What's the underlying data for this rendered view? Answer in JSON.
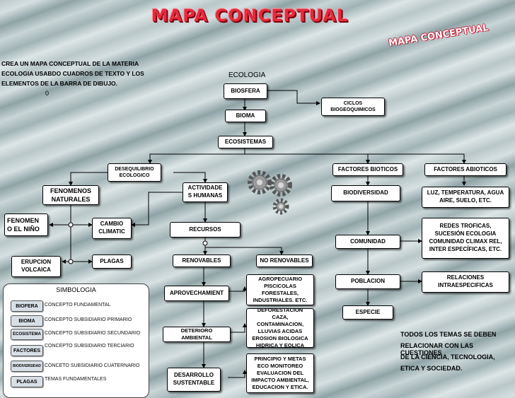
{
  "titles": {
    "main": "MAPA CONCEPTUAL",
    "wave": "MAPA CONCEPTUAL"
  },
  "instruction": {
    "line1": "CREA UN MAPA CONCEPTUAL DE LA MATERIA",
    "line2": "ECOLOGIA USABDO CUADROS DE TEXTO Y LOS",
    "line3": "ELEMENTOS DE LA BARRA DE DIBUJO.",
    "zero": "0"
  },
  "nodes": {
    "ecologia": "ECOLOGIA",
    "biosfera": "BIOSFERA",
    "ciclos": "CICLOS BIOGEOQUIMICOS",
    "bioma": "BIOMA",
    "ecosistemas": "ECOSISTEMAS",
    "desequilibrio": "DESEQUILIBRIO ECOLOGICO",
    "fenomenos_naturales": "FENOMENOS NATURALES",
    "actividades_humanas": "ACTIVIDADE S HUMANAS",
    "fenomeno_nino": "FENOMEN O EL NIÑO",
    "cambio_climatic": "CAMBIO CLIMATIC",
    "erupcion": "ERUPCION VOLCAICA",
    "plagas": "PLAGAS",
    "recursos": "RECURSOS",
    "renovables": "RENOVABLES",
    "no_renovables": "NO RENOVABLES",
    "aprovechamiento": "APROVECHAMIENT",
    "agropecuario": "AGROPECUARIO PISCICOLAS FORESTALES, INDUSTRIALES. ETC.",
    "deterioro": "DETERIORO AMBIENTAL",
    "deforestacion": "DEFORESTACION CAZA, CONTAMINACION, LLUVIAS ACIDAS EROSION BIOLOGICA HIDRICA Y EOLICA",
    "desarrollo": "DESARROLLO SUSTENTABLE",
    "principio": "PRINCIPIO Y METAS ECO MONITOREO EVALUACION DEL IMPACTO AMBIENTAL, EDUCACION Y ETICA.",
    "factores_bioticos": "FACTORES BIOTICOS",
    "factores_abioticos": "FACTORES ABIOTICOS",
    "biodiversidad": "BIODIVERSIDAD",
    "luz": "LUZ, TEMPERATURA, AGUA AIRE, SUELO, ETC.",
    "comunidad": "COMUNIDAD",
    "redes": "REDES TROFICAS, SUCESIÓN ECOLOGIA COMUNIDAD CLIMAX REL, INTER ESPECÍFICAS, ETC.",
    "poblacion": "POBLACION",
    "relaciones": "RELACIONES INTRAESPECIFICAS",
    "especie": "ESPECIE"
  },
  "note": {
    "line1": "TODOS LOS TEMAS SE DEBEN",
    "line2": "RELACIONAR CON LAS CUESTIONES",
    "line3": "DE LA CIENCIA, TECNOLOGIA,",
    "line4": "ETICA Y SOCIEDAD."
  },
  "legend": {
    "title": "SIMBOLOGIA",
    "items": [
      {
        "chip": "BIOFERA",
        "desc": "CONCEPTO FUNDAMENTAL"
      },
      {
        "chip": "BIOMA",
        "desc": "CONCEPTO SUBSIDIARIO PRIMARIO"
      },
      {
        "chip": "ECOSISTEMA",
        "desc": "CONCEPTO SUBSIDIARIO SECUNDARIO"
      },
      {
        "chip": "FACTORES",
        "desc": "CONCEPTO SUBSIDIARIO TERCIARIO"
      },
      {
        "chip": "BIODIVERSIDAD",
        "desc": "CONCETO SUBSIDIARIO CUATERNARIO"
      },
      {
        "chip": "PLAGAS",
        "desc": "TEMAS FUNDAMENTALES"
      }
    ]
  },
  "decor": {
    "gears_icon": "gears-icon"
  }
}
